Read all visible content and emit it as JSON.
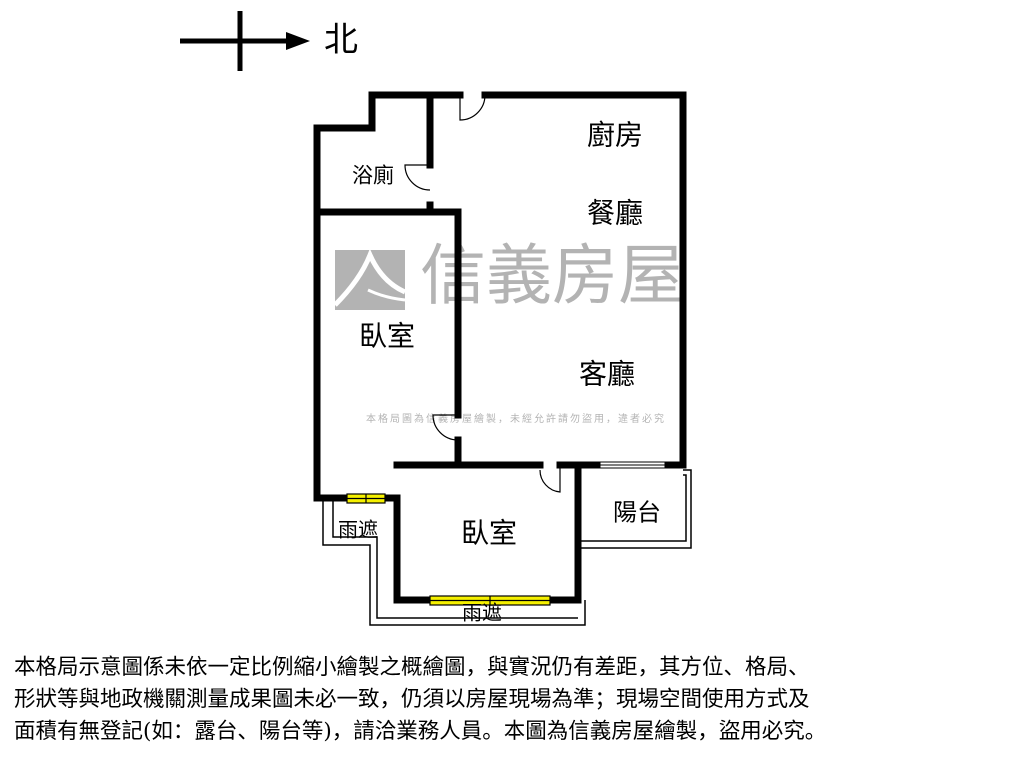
{
  "compass": {
    "label": "北"
  },
  "rooms": {
    "kitchen": "廚房",
    "dining": "餐廳",
    "bathroom": "浴廁",
    "bedroom_1": "臥室",
    "living": "客廳",
    "balcony": "陽台",
    "bedroom_2": "臥室",
    "rain_cover_1": "雨遮",
    "rain_cover_2": "雨遮"
  },
  "watermark": {
    "brand": "信義房屋",
    "notice": "本格局圖為信義房屋繪製，未經允許請勿盜用，違者必究"
  },
  "disclaimer": {
    "lines": [
      "本格局示意圖係未依一定比例縮小繪製之概繪圖，與實況仍有差距，其方位、格局、",
      "形狀等與地政機關測量成果圖未必一致，仍須以房屋現場為準；現場空間使用方式及",
      "面積有無登記(如：露台、陽台等)，請洽業務人員。本圖為信義房屋繪製，盜用必究。"
    ]
  },
  "colors": {
    "wall": "#000000",
    "window": "#f5f000",
    "watermark": "#9a9a9a"
  }
}
